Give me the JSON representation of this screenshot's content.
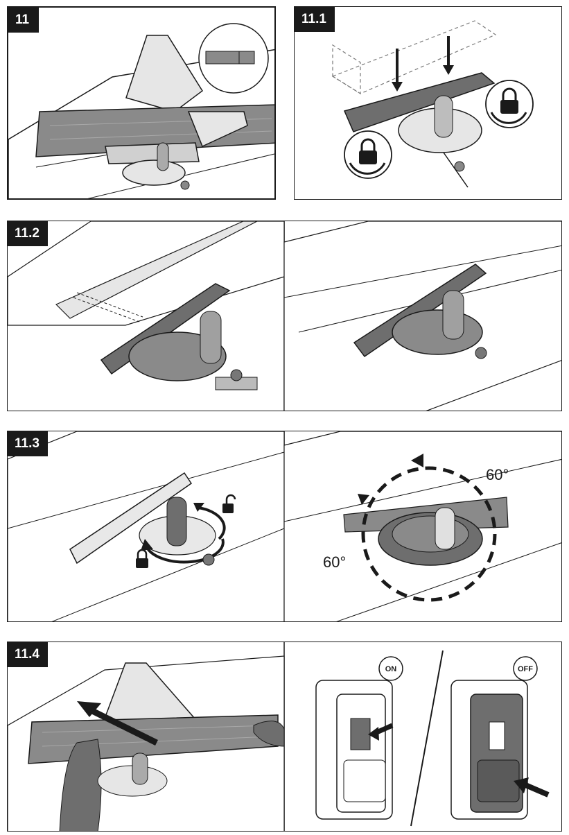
{
  "figures": {
    "fig11": {
      "label": "11"
    },
    "fig11_1": {
      "label": "11.1"
    },
    "fig11_2": {
      "label": "11.2"
    },
    "fig11_3": {
      "label": "11.3",
      "angle_left": "60°",
      "angle_right": "60°"
    },
    "fig11_4": {
      "label": "11.4",
      "switch_on": "ON",
      "switch_off": "OFF"
    }
  },
  "colors": {
    "line": "#1a1a1a",
    "wood": "#8a8a8a",
    "part": "#6e6e6e",
    "light": "#d9d9d9"
  },
  "icons": [
    "lock-icon",
    "unlock-icon",
    "rotate-arrow-icon",
    "push-arrow-icon"
  ]
}
